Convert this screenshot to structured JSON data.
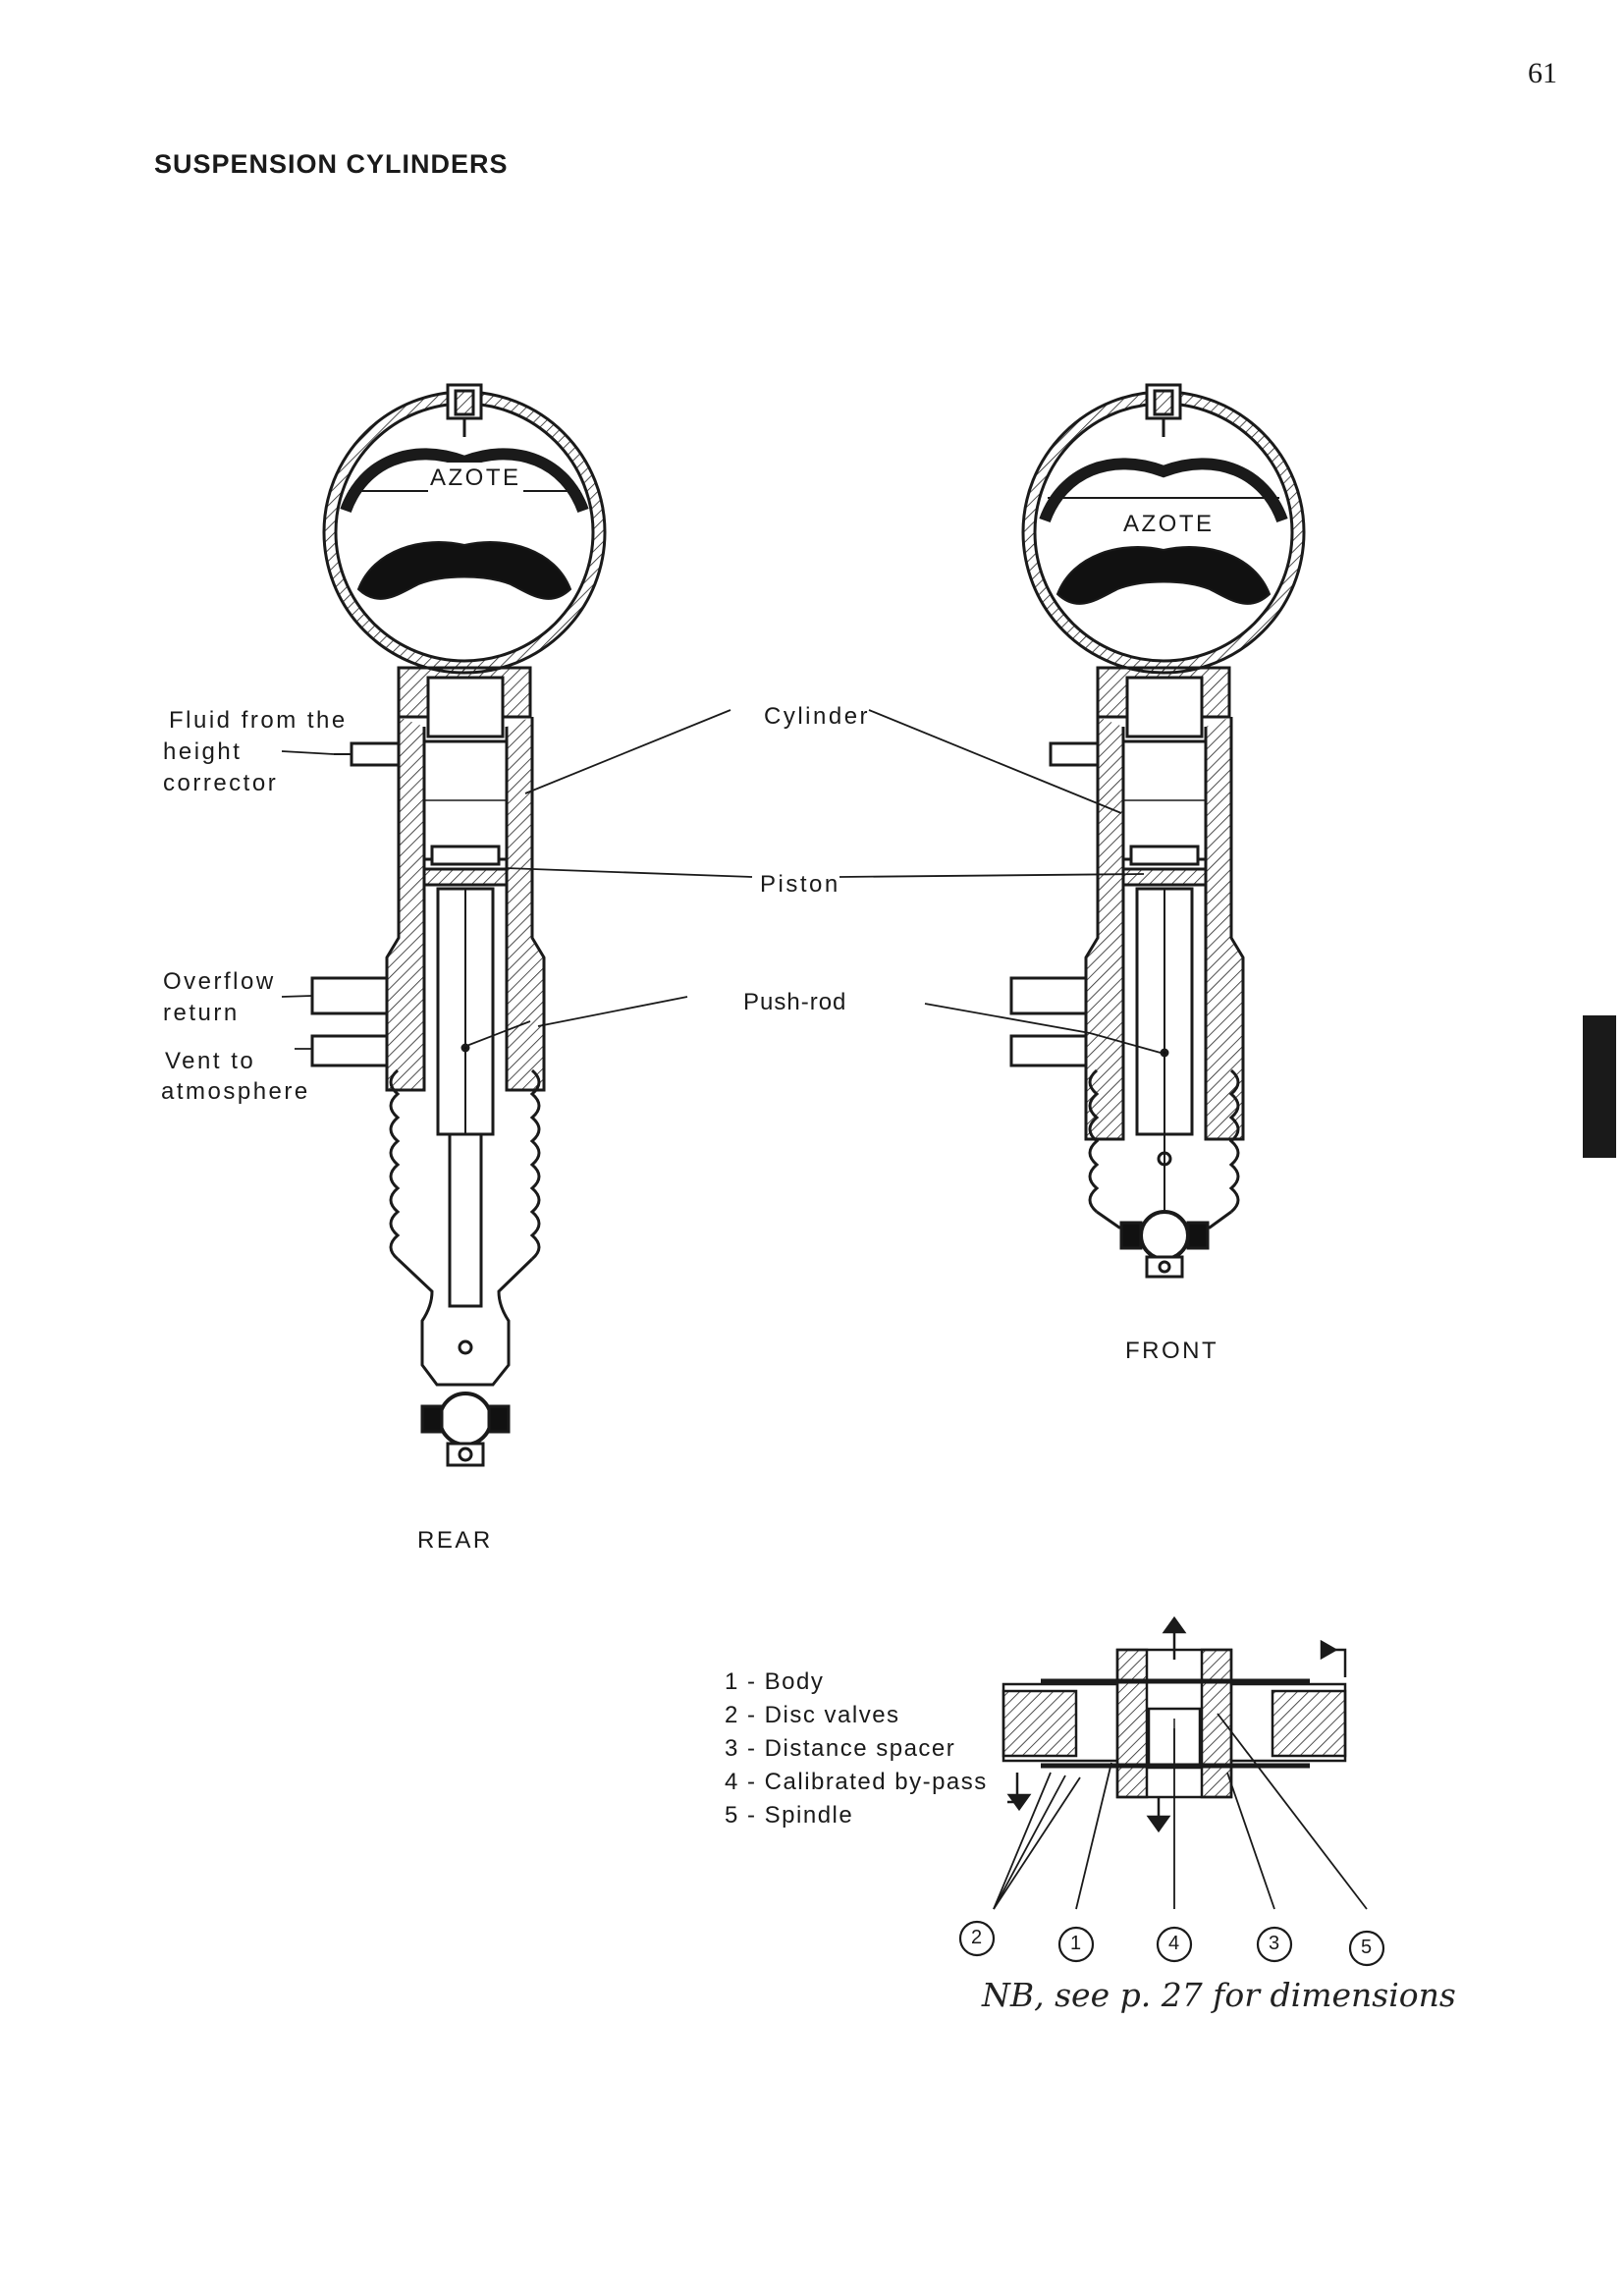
{
  "page_number": "61",
  "title": "SUSPENSION CYLINDERS",
  "labels": {
    "azote_rear": "AZOTE",
    "azote_front": "AZOTE",
    "fluid_line1": "Fluid from the",
    "fluid_line2": "height",
    "fluid_line3": "corrector",
    "overflow_line1": "Overflow",
    "overflow_line2": "return",
    "vent_line1": "Vent to",
    "vent_line2": "atmosphere",
    "cylinder": "Cylinder",
    "piston": "Piston",
    "push_rod": "Push-rod",
    "rear": "REAR",
    "front": "FRONT"
  },
  "legend": [
    "1 - Body",
    "2 - Disc valves",
    "3 - Distance spacer",
    "4 - Calibrated by-pass",
    "5 - Spindle"
  ],
  "callouts": [
    "2",
    "1",
    "4",
    "3",
    "5"
  ],
  "handwritten_note": "NB, see p. 27 for dimensions"
}
